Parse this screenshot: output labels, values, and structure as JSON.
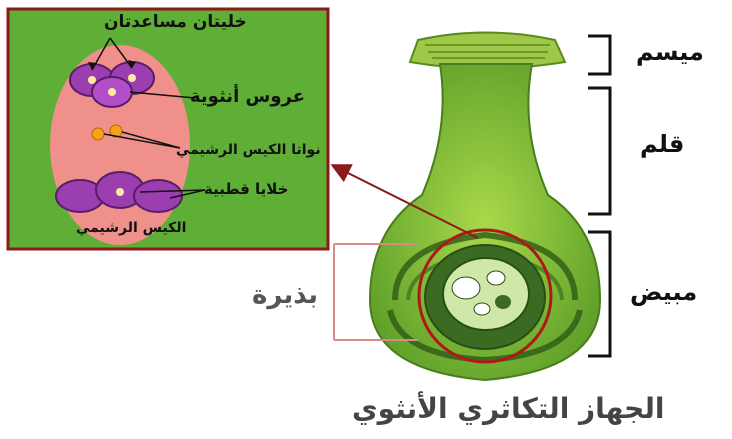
{
  "title": "الجهاز التكاثري الأنثوي",
  "parts": {
    "stigma": "ميسم",
    "style": "قلم",
    "ovary": "مبيض",
    "ovule": "بذيرة"
  },
  "inset": {
    "synergids": "خليتان مساعدتان",
    "egg_cell": "عروس أنثوية",
    "polar_nuclei": "نواتا الكيس الرشيمي",
    "antipodal_cells": "خلايا قطبية",
    "embryo_sac": "الكيس الرشيمي"
  },
  "colors": {
    "inset_bg": "#5fae36",
    "inset_border": "#8b1a1a",
    "sac": "#f0908a",
    "cells": "#9b3fb0",
    "pistil": "#7cc23a",
    "arrow": "#8b1a1a"
  }
}
